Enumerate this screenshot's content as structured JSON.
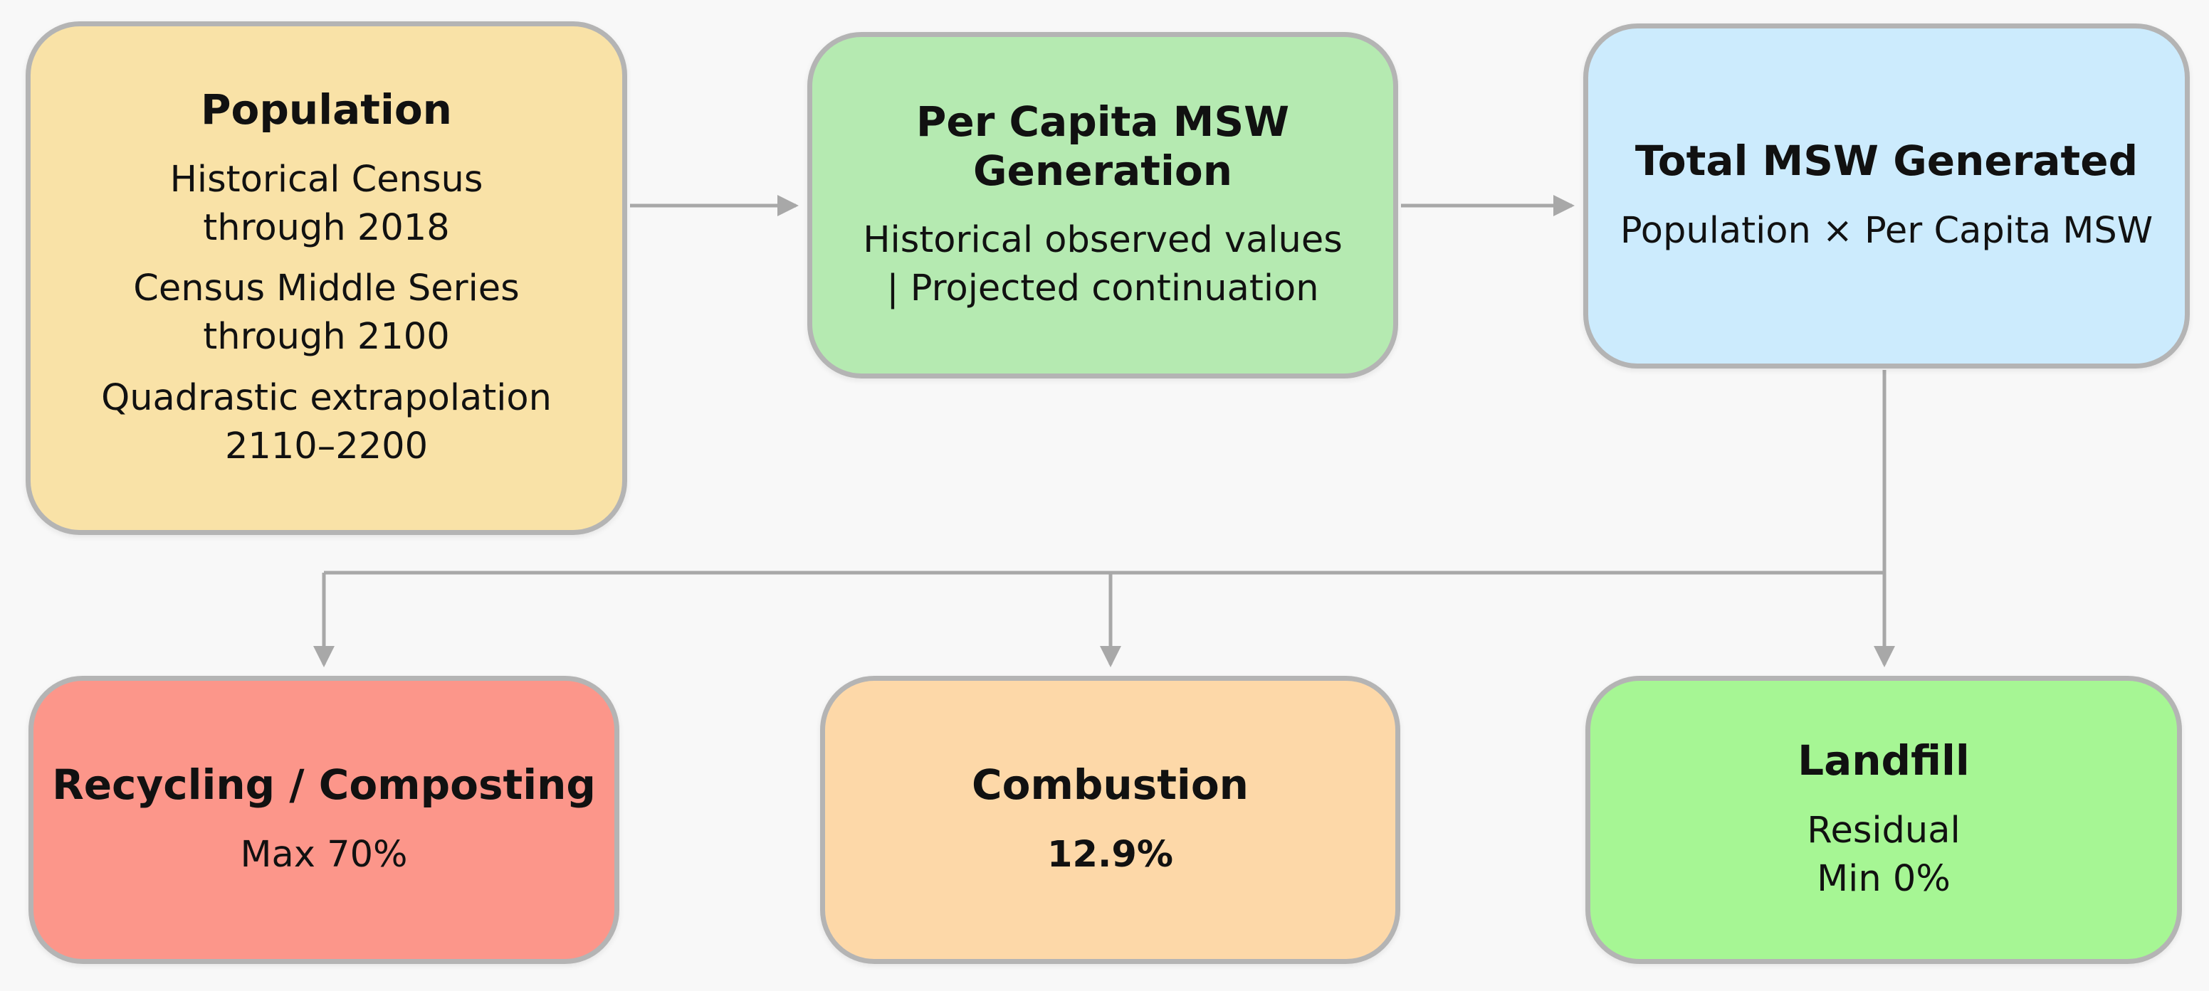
{
  "population": {
    "title": "Population",
    "line1": "Historical Census\nthrough 2018",
    "line2": "Census Middle Series\nthrough 2100",
    "line3": "Quadrastic extrapolation\n2110–2200"
  },
  "per_capita": {
    "title": "Per Capita MSW\nGeneration",
    "body": "Historical observed values\n| Projected continuation"
  },
  "total": {
    "title": "Total MSW Generated",
    "body": "Population × Per Capita MSW"
  },
  "recycling": {
    "title": "Recycling / Composting",
    "body": "Max 70%"
  },
  "combustion": {
    "title": "Combustion",
    "body": "12.9%"
  },
  "landfill": {
    "title": "Landfill",
    "body": "Residual\nMin 0%"
  },
  "colors": {
    "population": "#f9e2a7",
    "per_capita": "#b5eab1",
    "total": "#ccebfd",
    "recycling": "#fc968a",
    "combustion": "#fdd8a8",
    "landfill": "#a6f694",
    "border": "#b4b4b4",
    "connector": "#a8a8a8"
  }
}
